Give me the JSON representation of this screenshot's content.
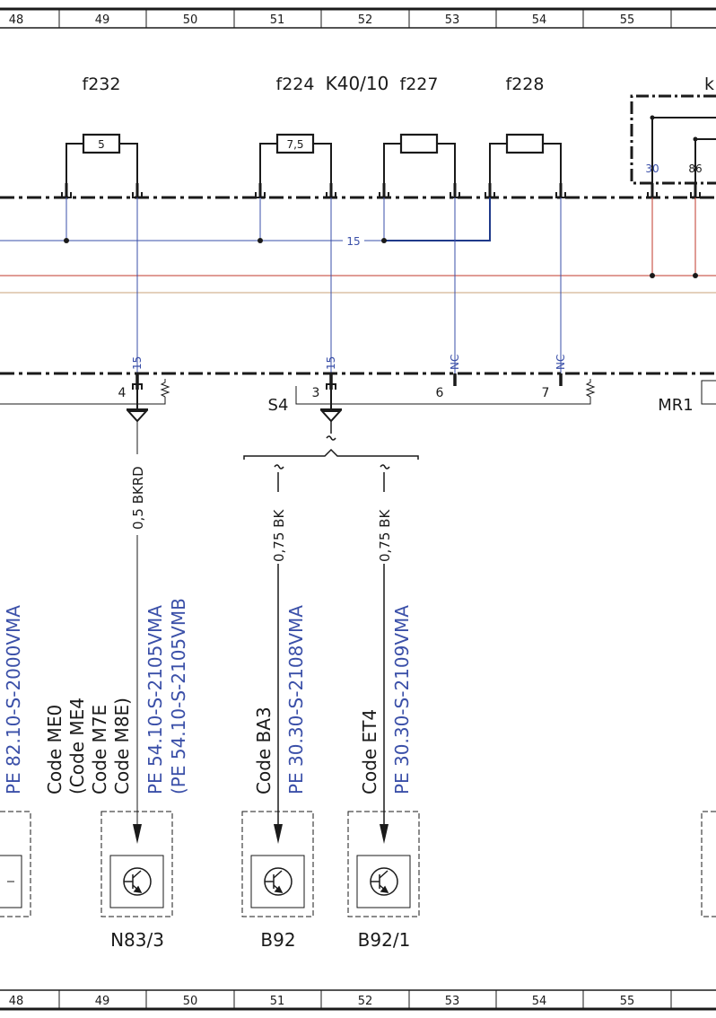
{
  "grid": {
    "top_columns": [
      "48",
      "49",
      "50",
      "51",
      "52",
      "53",
      "54",
      "55"
    ],
    "bottom_columns": [
      "48",
      "49",
      "50",
      "51",
      "52",
      "53",
      "54",
      "55"
    ]
  },
  "fuses": [
    {
      "name": "f232",
      "rating": "5"
    },
    {
      "name": "f224",
      "rating": "7,5"
    },
    {
      "name": "f227",
      "rating": ""
    },
    {
      "name": "f228",
      "rating": ""
    }
  ],
  "relay": {
    "name": "K40/10",
    "partial_label": "k",
    "pin_30": "30",
    "pin_86": "86"
  },
  "bus": {
    "wire_label": "15"
  },
  "connector": {
    "s4": "S4",
    "mr1": "MR1",
    "pins": [
      {
        "num": "4",
        "signal": "15"
      },
      {
        "num": "3",
        "signal": "15"
      },
      {
        "num": "6",
        "signal": "NC"
      },
      {
        "num": "7",
        "signal": "NC"
      }
    ]
  },
  "wires": [
    {
      "label": "0,5 BKRD"
    },
    {
      "label": "0,75 BK"
    },
    {
      "label": "0,75 BK"
    }
  ],
  "annotations": {
    "left_ref": "PE 82.10-S-2000VMA",
    "n83_codes": [
      "Code ME0",
      "(Code ME4",
      "Code M7E",
      "Code M8E)"
    ],
    "n83_refs": [
      "PE 54.10-S-2105VMA",
      "(PE 54.10-S-2105VMB"
    ],
    "b92_code": "Code BA3",
    "b92_ref": "PE 30.30-S-2108VMA",
    "b92_1_code": "Code ET4",
    "b92_1_ref": "PE 30.30-S-2109VMA"
  },
  "components": [
    {
      "name": "N83/3"
    },
    {
      "name": "B92"
    },
    {
      "name": "B92/1"
    }
  ],
  "colors": {
    "blue_wire": "#3a4fa8",
    "red_wire": "#c0392b",
    "brown_wire": "#c8a07a",
    "ink": "#1a1a1a"
  }
}
